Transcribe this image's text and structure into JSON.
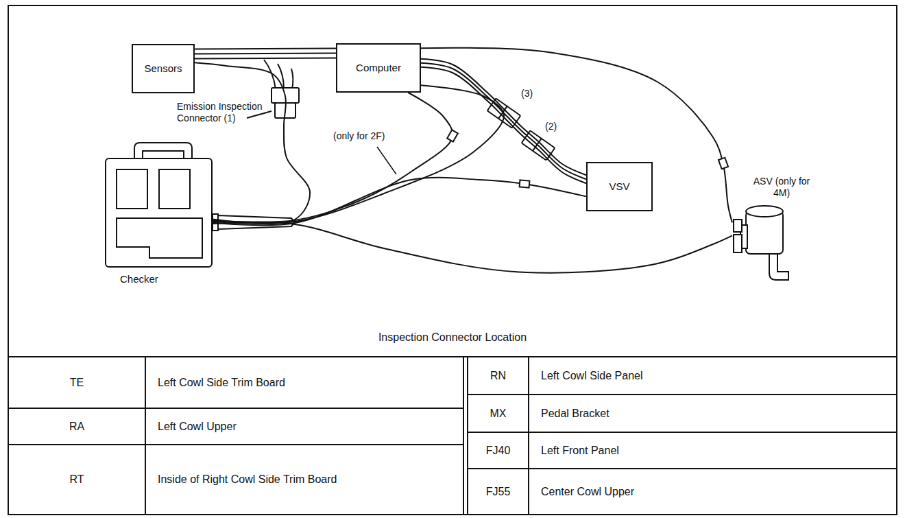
{
  "diagram": {
    "nodes": [
      {
        "text": [
          "Sensors"
        ]
      },
      {
        "text": [
          "Computer"
        ]
      },
      {
        "text": [
          "Checker"
        ]
      },
      {
        "text": [
          "VSV"
        ]
      },
      {
        "text": [
          "ASV (only for 4M)"
        ]
      }
    ],
    "edges": [
      {
        "from": 0,
        "to": 1,
        "arrow": "none"
      },
      {
        "from": 1,
        "to": 3,
        "arrow": "none"
      },
      {
        "from": 2,
        "to": 0,
        "arrow": "none"
      },
      {
        "from": 2,
        "to": 1,
        "arrow": "none"
      },
      {
        "from": 2,
        "to": 1,
        "arrow": "none"
      },
      {
        "from": 2,
        "to": 3,
        "arrow": "none"
      },
      {
        "from": 2,
        "to": 4,
        "arrow": "none"
      },
      {
        "from": 1,
        "to": 4,
        "arrow": "none"
      }
    ],
    "labels": [
      "Emission Inspection Connector (1)",
      "(only for 2F)",
      "(3)",
      "(2)",
      "Inspection Connector Location",
      "TE",
      "Left Cowl Side Trim Board",
      "RA",
      "Left Cowl Upper",
      "RT",
      "Inside of Right Cowl Side Trim Board",
      "RN",
      "Left Cowl Side Panel",
      "MX",
      "Pedal Bracket",
      "FJ40",
      "Left Front Panel",
      "FJ55",
      "Center Cowl Upper"
    ]
  }
}
